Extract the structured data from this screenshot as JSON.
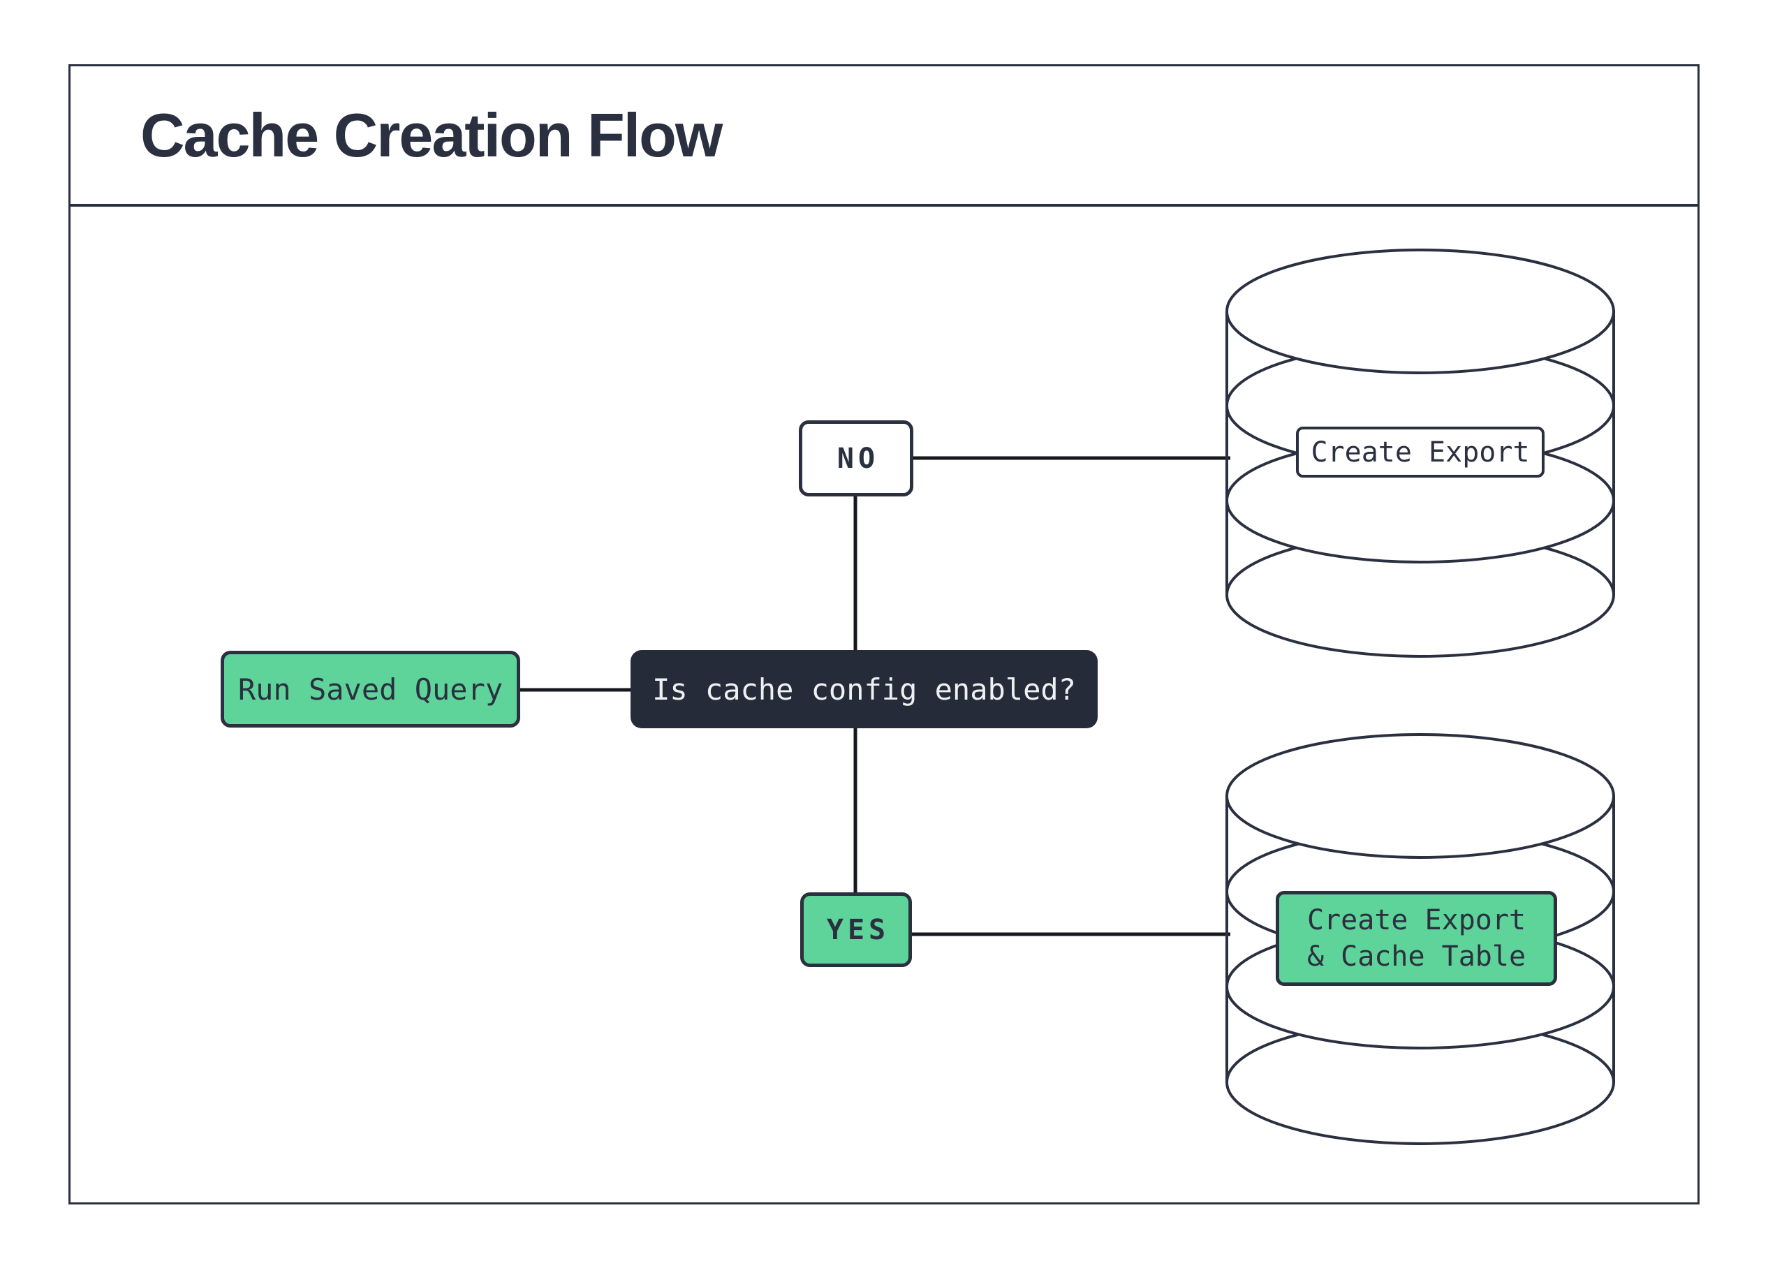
{
  "header": {
    "title": "Cache Creation Flow"
  },
  "colors": {
    "outline_navy": "#2b3040",
    "node_green": "#5fd49a",
    "decision_fill": "#262b3a",
    "decision_text": "#eef0f2",
    "connector_black": "#17181d",
    "background": "#ffffff"
  },
  "nodes": {
    "start": {
      "label": "Run Saved Query"
    },
    "decision": {
      "label": "Is cache config enabled?"
    },
    "branch_no": {
      "label": "NO"
    },
    "branch_yes": {
      "label": "YES"
    },
    "no_result": {
      "label": "Create Export"
    },
    "yes_result": {
      "line1": "Create Export",
      "line2": "& Cache Table"
    }
  }
}
